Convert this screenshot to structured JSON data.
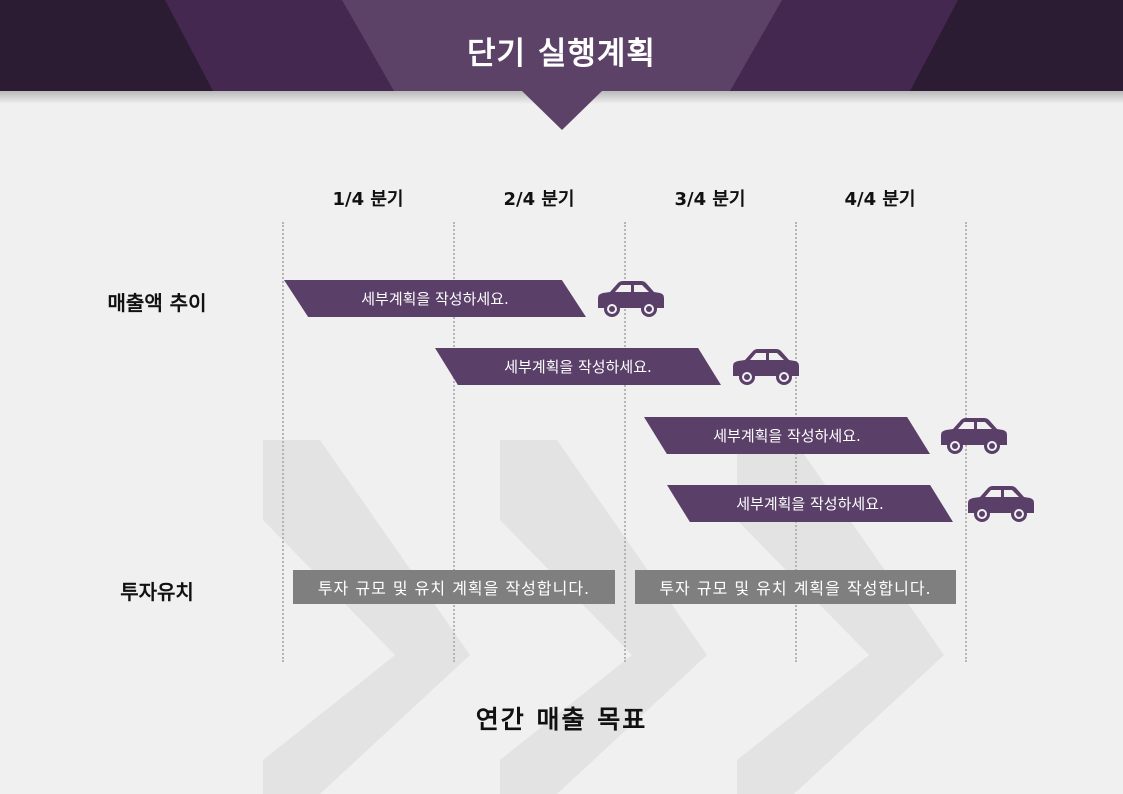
{
  "title": "단기 실행계획",
  "quarters": [
    "1/4 분기",
    "2/4 분기",
    "3/4 분기",
    "4/4 분기"
  ],
  "rows": {
    "sales_trend": "매출액 추이",
    "investment": "투자유치"
  },
  "tasks": [
    "세부계획을 작성하세요.",
    "세부계획을 작성하세요.",
    "세부계획을 작성하세요.",
    "세부계획을 작성하세요."
  ],
  "investments": [
    "투자 규모 및 유치 계획을 작성합니다.",
    "투자 규모 및 유치 계획을 작성합니다."
  ],
  "goal": "연간 매출 목표",
  "icons": [
    "car-icon"
  ],
  "colors": {
    "accent": "#5a3f69",
    "header_dark": "#2b1b33",
    "header_mid": "#45284f",
    "header_center": "#5d4268",
    "bar_gray": "#7f7f7f",
    "background": "#f1f0f1"
  }
}
